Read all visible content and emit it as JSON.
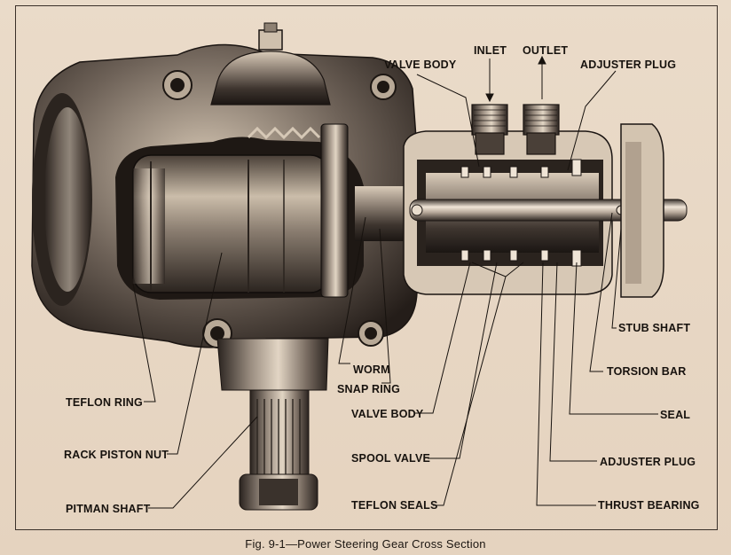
{
  "figure": {
    "caption": "Fig. 9-1—Power Steering Gear Cross Section"
  },
  "labels": {
    "valve_body_top": "VALVE BODY",
    "inlet": "INLET",
    "outlet": "OUTLET",
    "adjuster_plug_top": "ADJUSTER PLUG",
    "stub_shaft": "STUB SHAFT",
    "torsion_bar": "TORSION BAR",
    "seal": "SEAL",
    "adjuster_plug_bottom": "ADJUSTER PLUG",
    "thrust_bearing": "THRUST BEARING",
    "worm": "WORM",
    "snap_ring": "SNAP RING",
    "valve_body_bottom": "VALVE BODY",
    "spool_valve": "SPOOL VALVE",
    "teflon_seals": "TEFLON SEALS",
    "teflon_ring": "TEFLON RING",
    "rack_piston_nut": "RACK PISTON NUT",
    "pitman_shaft": "PITMAN SHAFT"
  },
  "colors": {
    "paper": "#e9d9c6",
    "ink": "#17120e"
  }
}
